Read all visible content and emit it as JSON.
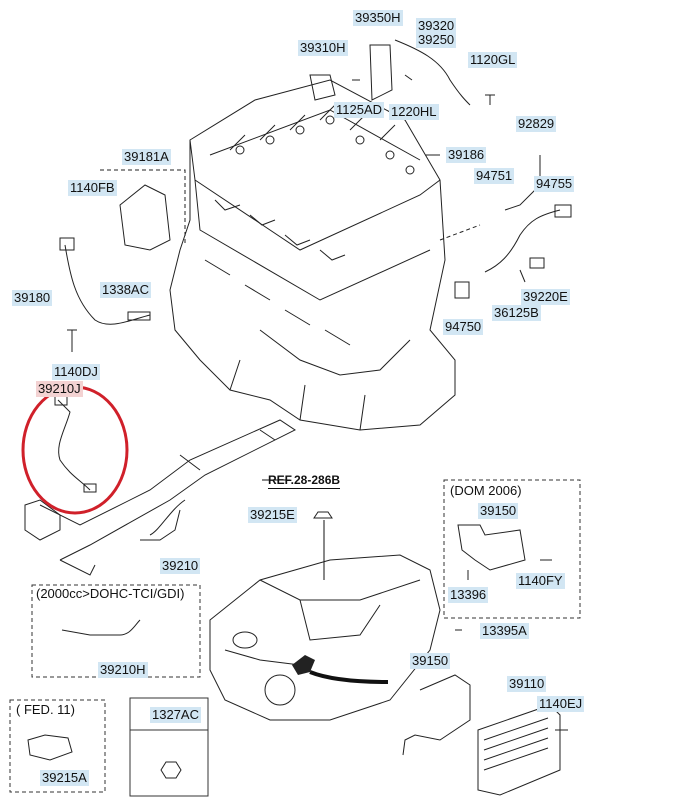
{
  "diagram": {
    "part_labels": {
      "p39350H": "39350H",
      "p39320": "39320",
      "p39250": "39250",
      "p39310H": "39310H",
      "p1120GL": "1120GL",
      "p1125AD": "1125AD",
      "p1220HL": "1220HL",
      "p92829": "92829",
      "p39186": "39186",
      "p39181A": "39181A",
      "p94751": "94751",
      "p94755": "94755",
      "p1140FB": "1140FB",
      "p1338AC": "1338AC",
      "p39180": "39180",
      "p39220E": "39220E",
      "p94750": "94750",
      "p36125B": "36125B",
      "p1140DJ": "1140DJ",
      "p39210J": "39210J",
      "p39215E": "39215E",
      "p39210": "39210",
      "p39150a": "39150",
      "p13396": "13396",
      "p1140FY": "1140FY",
      "p39210H": "39210H",
      "p13395A": "13395A",
      "p39150b": "39150",
      "p39110": "39110",
      "p1140EJ": "1140EJ",
      "p1327AC": "1327AC",
      "p39215A": "39215A"
    },
    "reference": "REF.28-286B",
    "box_titles": {
      "dom": "(DOM 2006)",
      "engine_variant": "(2000cc>DOHC-TCI/GDI)",
      "fed": "( FED. 11)"
    },
    "highlight_color": "#d0202a",
    "label_color": "#d2e6f3"
  }
}
